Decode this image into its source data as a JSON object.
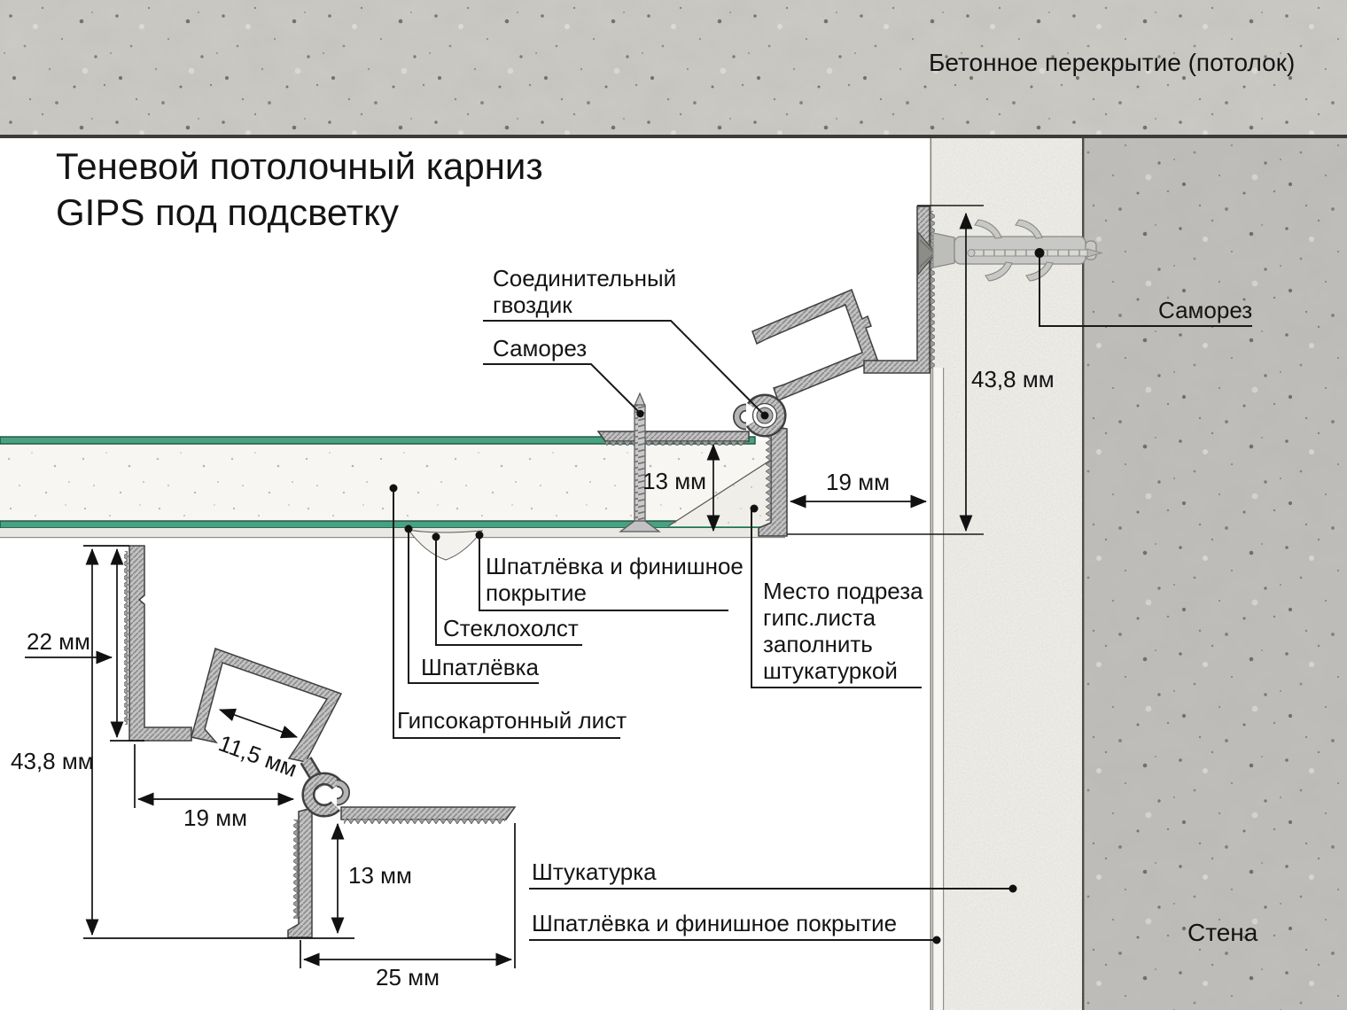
{
  "title": {
    "line1": "Теневой потолочный карниз",
    "line2": "GIPS под подсветку"
  },
  "ceiling": {
    "label": "Бетонное перекрытие (потолок)"
  },
  "wall": {
    "label": "Стена"
  },
  "annotations": {
    "connector_nail_l1": "Соединительный",
    "connector_nail_l2": "гвоздик",
    "screw_main": "Саморез",
    "screw_wall": "Саморез",
    "putty_finish_l1": "Шпатлёвка и финишное",
    "putty_finish_l2": "покрытие",
    "fiberglass": "Стеклохолст",
    "putty": "Шпатлёвка",
    "gypsum": "Гипсокартонный лист",
    "cut_l1": "Место подреза",
    "cut_l2": "гипс.листа",
    "cut_l3": "заполнить",
    "cut_l4": "штукатуркой",
    "plaster": "Штукатурка",
    "putty_finish_bottom": "Шпатлёвка и финишное покрытие"
  },
  "dims_assembly": {
    "height": "43,8 мм",
    "depth": "19 мм",
    "board": "13 мм"
  },
  "dims_profile": {
    "wall_leg": "22 мм",
    "height": "43,8 мм",
    "slot": "11,5 мм",
    "depth": "19 мм",
    "board_leg": "13 мм",
    "flange": "25 мм"
  },
  "colors": {
    "accent_green": "#47a183",
    "green_edge": "#24523f",
    "ceiling_concrete": "#cccbc6",
    "wall_concrete": "#bfbeba",
    "plaster": "#f2f1ec",
    "metal": "#bdbdbd",
    "line": "#1c1c1c"
  }
}
